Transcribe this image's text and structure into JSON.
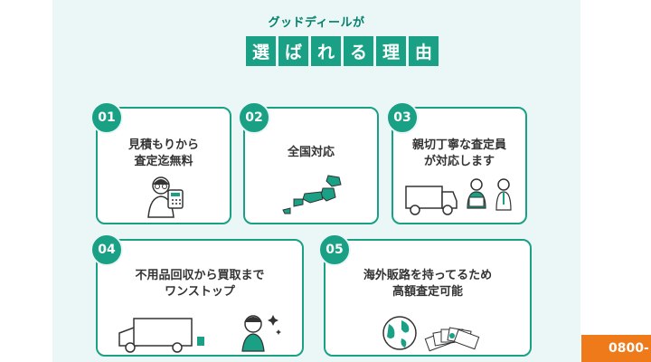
{
  "header": {
    "eyebrow": "グッドディールが",
    "title_chars": [
      "選",
      "ば",
      "れ",
      "る",
      "理",
      "由"
    ]
  },
  "cards": [
    {
      "number": "01",
      "title": "見積もりから\n査定迄無料"
    },
    {
      "number": "02",
      "title": "全国対応"
    },
    {
      "number": "03",
      "title": "親切丁寧な査定員\nが対応します"
    },
    {
      "number": "04",
      "title": "不用品回収から買取まで\nワンストップ"
    },
    {
      "number": "05",
      "title": "海外販路を持ってるため\n高額査定可能"
    }
  ],
  "contact": {
    "phone_partial": "0800-"
  },
  "colors": {
    "accent": "#19a085",
    "panel_bg": "#eaf7f6",
    "phone_tab": "#ef7a1a"
  }
}
